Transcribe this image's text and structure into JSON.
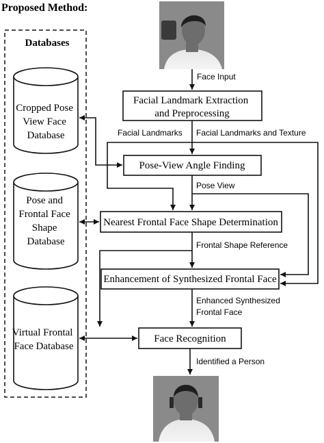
{
  "figure": {
    "title": "Proposed Method:",
    "databases_title": "Databases",
    "databases": [
      {
        "lines": [
          "Cropped Pose",
          "View Face",
          "Database"
        ]
      },
      {
        "lines": [
          "Pose and",
          "Frontal Face",
          "Shape",
          "Database"
        ]
      },
      {
        "lines": [
          "Virtual Frontal",
          "Face Database"
        ]
      }
    ],
    "process_boxes": [
      {
        "lines": [
          "Facial Landmark Extraction",
          "and Preprocessing"
        ]
      },
      {
        "lines": [
          "Pose-View Angle Finding"
        ]
      },
      {
        "lines": [
          "Nearest Frontal Face Shape Determination"
        ]
      },
      {
        "lines": [
          "Enhancement of Synthesized Frontal Face"
        ]
      },
      {
        "lines": [
          "Face Recognition"
        ]
      }
    ],
    "edge_labels": {
      "face_input": "Face Input",
      "facial_landmarks": "Facial Landmarks",
      "landmarks_texture": "Facial Landmarks and Texture",
      "pose_view": "Pose View",
      "frontal_shape_ref": "Frontal Shape Reference",
      "enhanced_1": "Enhanced Synthesized",
      "enhanced_2": "Frontal Face",
      "identified": "Identified a Person"
    },
    "colors": {
      "ink": "#111111",
      "photo_background": "#8a8a8a",
      "shirt_top": "#e6e6e6",
      "shirt_bottom": "#f4f4f4",
      "skin": "#6d6d6d",
      "hair": "#1e1e1e",
      "headrest": "#3a3a3a"
    }
  }
}
